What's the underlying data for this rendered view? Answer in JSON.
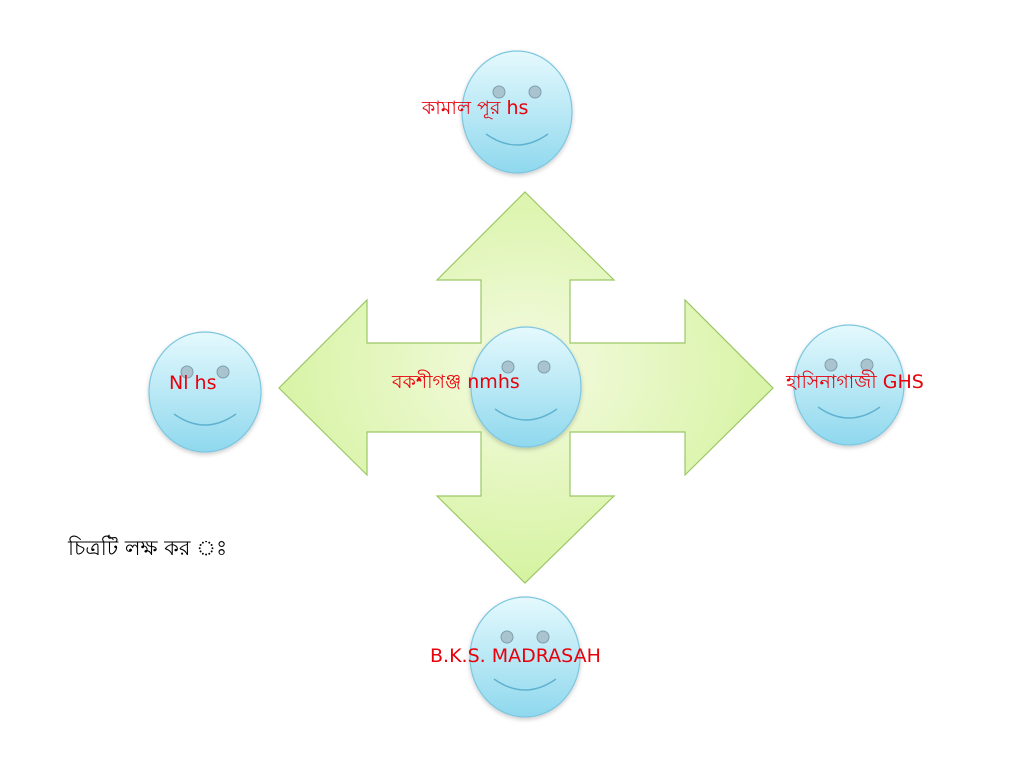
{
  "nodes": {
    "top": {
      "label": "কামাল  পূর  hs"
    },
    "left": {
      "label": "Nl hs"
    },
    "center": {
      "label": "বকশীগঞ্জ  nmhs"
    },
    "right": {
      "label": "হাসিনাগাজী  GHS"
    },
    "bottom": {
      "label": "B.K.S. MADRASAH"
    }
  },
  "caption": "চিত্রটি  লক্ষ  কর  ঃ",
  "colors": {
    "label_text": "#e8000b",
    "caption_text": "#000000",
    "face_fill_top": "#d8f6fb",
    "face_fill_bottom": "#8fd8ee",
    "face_stroke": "#7cc6e0",
    "arrow_fill_light": "#f5fbe2",
    "arrow_fill_dark": "#d2f29a",
    "arrow_stroke": "#9bc765",
    "eye_fill": "#a9c3cf",
    "eye_stroke": "#7f9faf"
  }
}
